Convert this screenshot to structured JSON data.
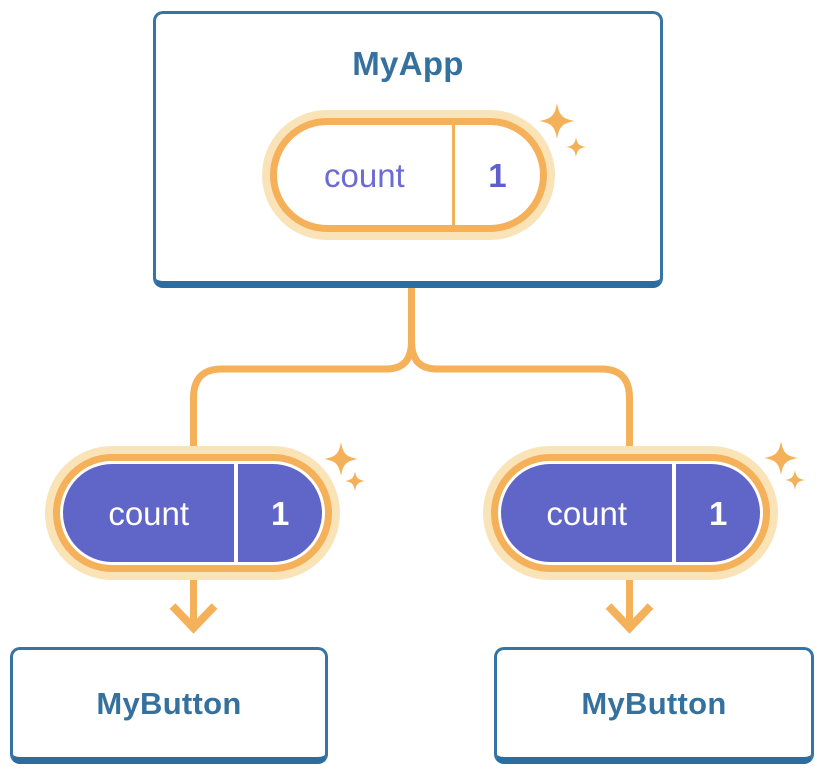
{
  "colors": {
    "accent_orange": "#F5B05A",
    "glow_orange": "#FBE3B8",
    "state_purple": "#6065C8",
    "text_purple": "#6B6BD3",
    "node_blue": "#35719F",
    "border_blue": "#3574A4",
    "border_blue_dark": "#2D6C9E",
    "background": "#FFFFFF"
  },
  "diagram": {
    "root": {
      "label": "MyApp",
      "state": {
        "name": "count",
        "value": "1"
      }
    },
    "children": [
      {
        "label": "MyButton",
        "state": {
          "name": "count",
          "value": "1"
        }
      },
      {
        "label": "MyButton",
        "state": {
          "name": "count",
          "value": "1"
        }
      }
    ]
  }
}
